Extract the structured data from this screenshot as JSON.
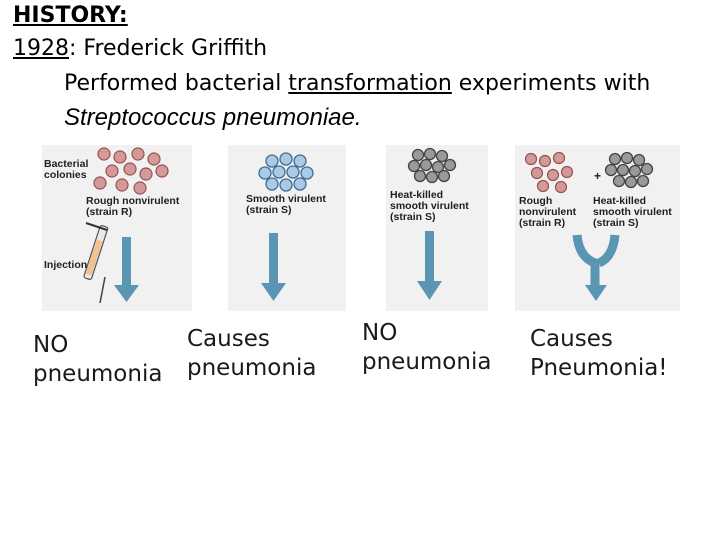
{
  "header": {
    "history": "HISTORY:",
    "year": "1928",
    "scientist": ": Frederick Griffith",
    "desc_before": "Performed bacterial ",
    "desc_link": "transformation",
    "desc_after": " experiments with",
    "organism": "Streptococcus pneumoniae",
    "organism_suffix": "."
  },
  "panels": {
    "p1": {
      "bacterial_colonies": [
        "Bacterial",
        "colonies"
      ],
      "strain": [
        "Rough nonvirulent",
        "(strain R)"
      ],
      "injection": "Injection"
    },
    "p2": {
      "strain": [
        "Smooth virulent",
        "(strain S)"
      ]
    },
    "p3": {
      "strain": [
        "Heat-killed",
        "smooth virulent",
        "(strain S)"
      ]
    },
    "p4": {
      "strain_r": [
        "Rough",
        "nonvirulent",
        "(strain R)"
      ],
      "plus": "+",
      "strain_s": [
        "Heat-killed",
        "smooth virulent",
        "(strain S)"
      ]
    }
  },
  "results": {
    "r1": [
      "NO",
      "pneumonia"
    ],
    "r2": [
      "Causes",
      "pneumonia"
    ],
    "r3": [
      "NO",
      "pneumonia"
    ],
    "r4": [
      "Causes",
      "Pneumonia!"
    ]
  },
  "colors": {
    "arrow": "#5a95b4",
    "rough_cell": "#c98080",
    "smooth_cell": "#8fb7d8",
    "killed_cell": "#7a7a7a"
  }
}
